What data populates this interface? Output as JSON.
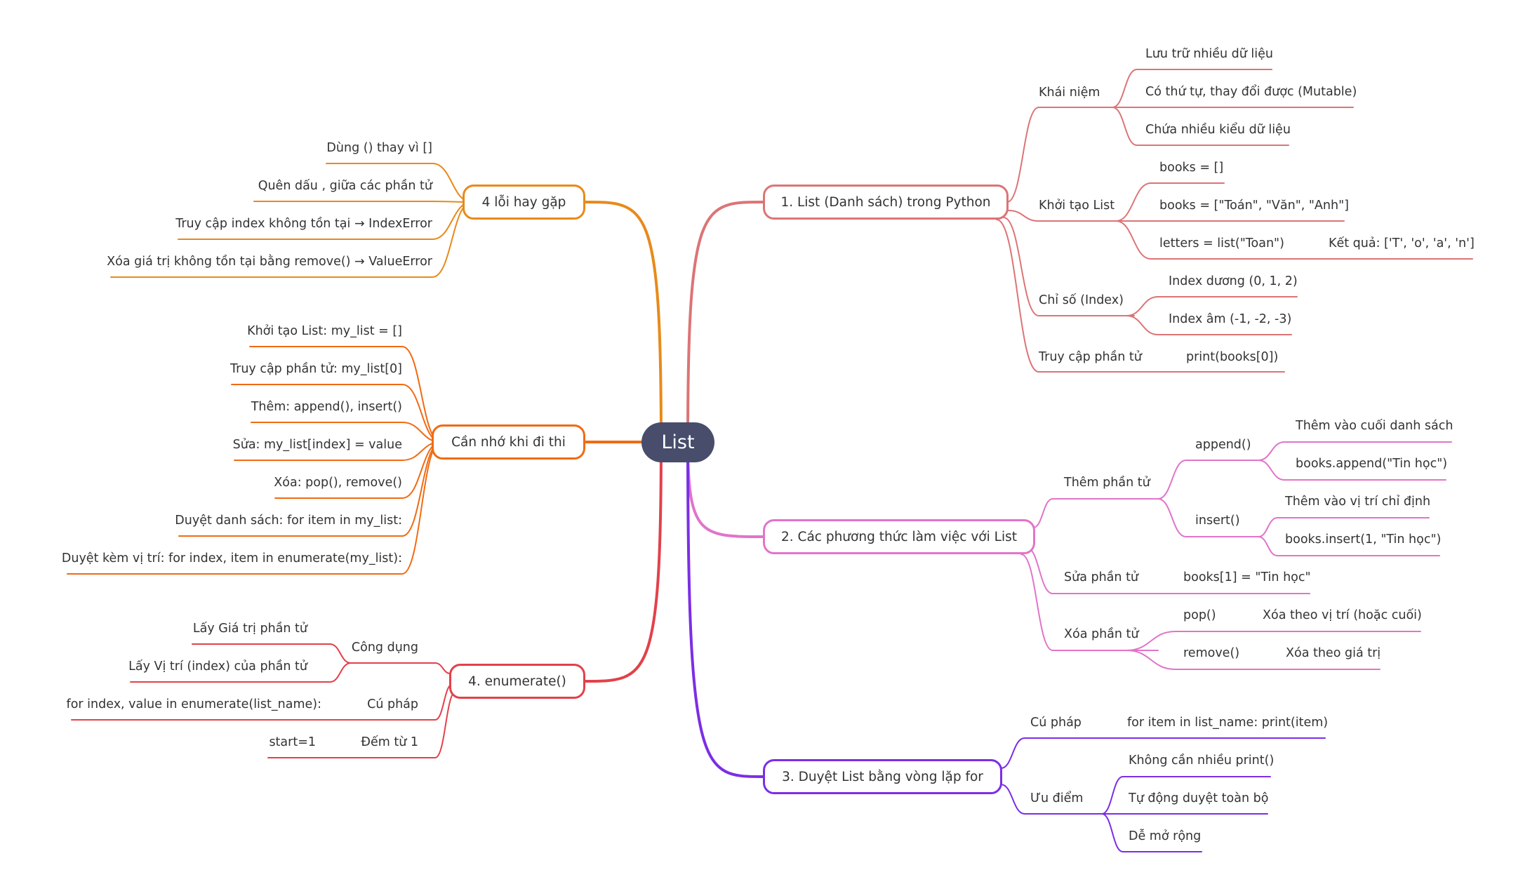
{
  "center": "List",
  "colors": {
    "b1": "#dc7476",
    "b2": "#e174c9",
    "b3": "#7b2ee6",
    "b4": "#e2414a",
    "b5": "#f06b13",
    "b6": "#e88a1a",
    "center": "#474d6b"
  },
  "b1": {
    "title": "1. List (Danh sách) trong Python",
    "khai_niem": {
      "label": "Khái niệm",
      "c1": "Lưu trữ nhiều dữ liệu",
      "c2": "Có thứ tự, thay đổi được (Mutable)",
      "c3": "Chứa nhiều kiểu dữ liệu"
    },
    "khoi_tao": {
      "label": "Khởi tạo List",
      "c1": "books = []",
      "c2": "books = [\"Toán\", \"Văn\", \"Anh\"]",
      "c3": "letters = list(\"Toan\")",
      "c3_result": "Kết quả: ['T', 'o', 'a', 'n']"
    },
    "chi_so": {
      "label": "Chỉ số (Index)",
      "c1": "Index dương (0, 1, 2)",
      "c2": "Index âm (-1, -2, -3)"
    },
    "truy_cap": {
      "label": "Truy cập phần tử",
      "c1": "print(books[0])"
    }
  },
  "b2": {
    "title": "2. Các phương thức làm việc với List",
    "them": {
      "label": "Thêm phần tử",
      "append": "append()",
      "append_c1": "Thêm vào cuối danh sách",
      "append_c2": "books.append(\"Tin học\")",
      "insert": "insert()",
      "insert_c1": "Thêm vào vị trí chỉ định",
      "insert_c2": "books.insert(1, \"Tin học\")"
    },
    "sua": {
      "label": "Sửa phần tử",
      "c1": "books[1] = \"Tin học\""
    },
    "xoa": {
      "label": "Xóa phần tử",
      "pop": "pop()",
      "pop_c1": "Xóa theo vị trí (hoặc cuối)",
      "remove": "remove()",
      "remove_c1": "Xóa theo giá trị"
    }
  },
  "b3": {
    "title": "3. Duyệt List bằng vòng lặp for",
    "cu_phap": {
      "label": "Cú pháp",
      "c1": "for item in list_name: print(item)"
    },
    "uu_diem": {
      "label": "Ưu điểm",
      "c1": "Không cần nhiều print()",
      "c2": "Tự động duyệt toàn bộ",
      "c3": "Dễ mở rộng"
    }
  },
  "b4": {
    "title": "4. enumerate()",
    "cong_dung": {
      "label": "Công dụng",
      "c1": "Lấy Giá trị phần tử",
      "c2": "Lấy Vị trí (index) của phần tử"
    },
    "cu_phap": {
      "label": "Cú pháp",
      "c1": "for index, value in enumerate(list_name):"
    },
    "dem": {
      "label": "Đếm từ 1",
      "c1": "start=1"
    }
  },
  "b5": {
    "title": "Cần nhớ khi đi thi",
    "items": [
      "Khởi tạo List: my_list = []",
      "Truy cập phần tử: my_list[0]",
      "Thêm: append(), insert()",
      "Sửa: my_list[index] = value",
      "Xóa: pop(), remove()",
      "Duyệt danh sách: for item in my_list:",
      "Duyệt kèm vị trí: for index, item in enumerate(my_list):"
    ]
  },
  "b6": {
    "title": "4 lỗi hay gặp",
    "items": [
      "Dùng () thay vì []",
      "Quên dấu , giữa các phần tử",
      "Truy cập index không tồn tại → IndexError",
      "Xóa giá trị không tồn tại bằng remove() → ValueError"
    ]
  }
}
